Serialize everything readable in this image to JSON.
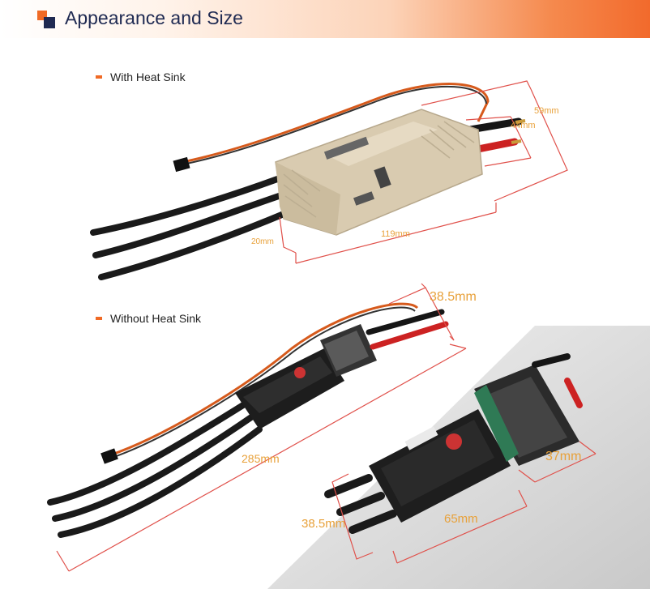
{
  "header": {
    "title": "Appearance and Size"
  },
  "sections": {
    "with_heat_sink": "With Heat Sink",
    "without_heat_sink": "Without Heat Sink"
  },
  "dimensions": {
    "top_height": "59mm",
    "top_width": "44mm",
    "top_depth": "20mm",
    "top_length": "119mm",
    "mid_width": "38.5mm",
    "mid_length": "285mm",
    "bottom_cap": "37mm",
    "bottom_width": "38.5mm",
    "bottom_length": "65mm"
  },
  "colors": {
    "accent": "#f06a25",
    "navy": "#1f2a52",
    "dimension_line": "#e0504a",
    "dimension_text": "#e8a13a"
  }
}
